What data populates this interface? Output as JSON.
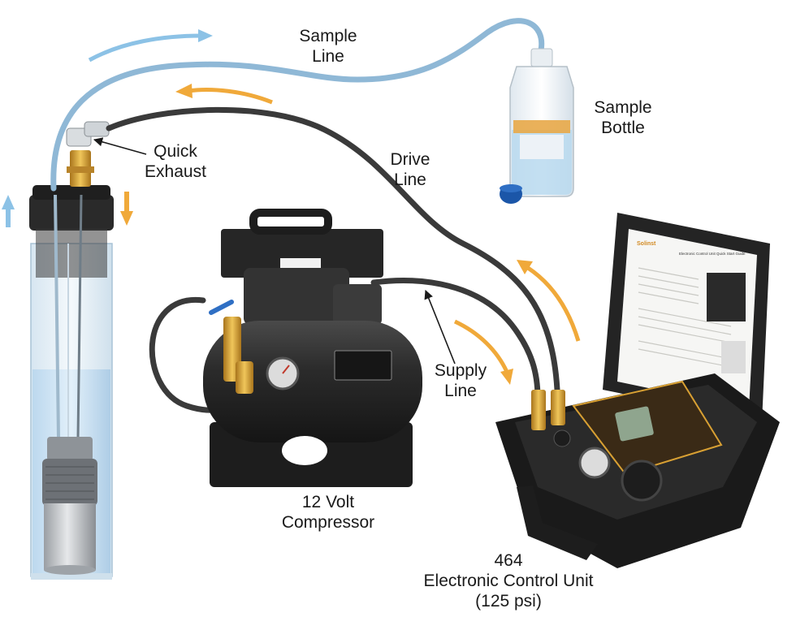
{
  "labels": {
    "sample_line": [
      "Sample",
      "Line"
    ],
    "sample_bottle": [
      "Sample",
      "Bottle"
    ],
    "quick_exhaust": [
      "Quick",
      "Exhaust"
    ],
    "drive_line": [
      "Drive",
      "Line"
    ],
    "supply_line": [
      "Supply",
      "Line"
    ],
    "compressor": [
      "12 Volt",
      "Compressor"
    ],
    "control_unit": [
      "464",
      "Electronic Control Unit",
      "(125 psi)"
    ]
  },
  "device_text": {
    "brand": "Solinst",
    "guide_title": "Electronic Control Unit Quick Start Guide"
  },
  "colors": {
    "sample_line": "#8fb8d6",
    "drive_line": "#3a3a3a",
    "flow_arrow_orange": "#f0a93a",
    "flow_arrow_blue": "#8cc2e6",
    "brass": "#d8a033",
    "equipment_black": "#2a2a2a"
  },
  "icons": {
    "flow_arrow": "curved-flow-arrow-icon",
    "pointer": "leader-arrow-icon"
  }
}
